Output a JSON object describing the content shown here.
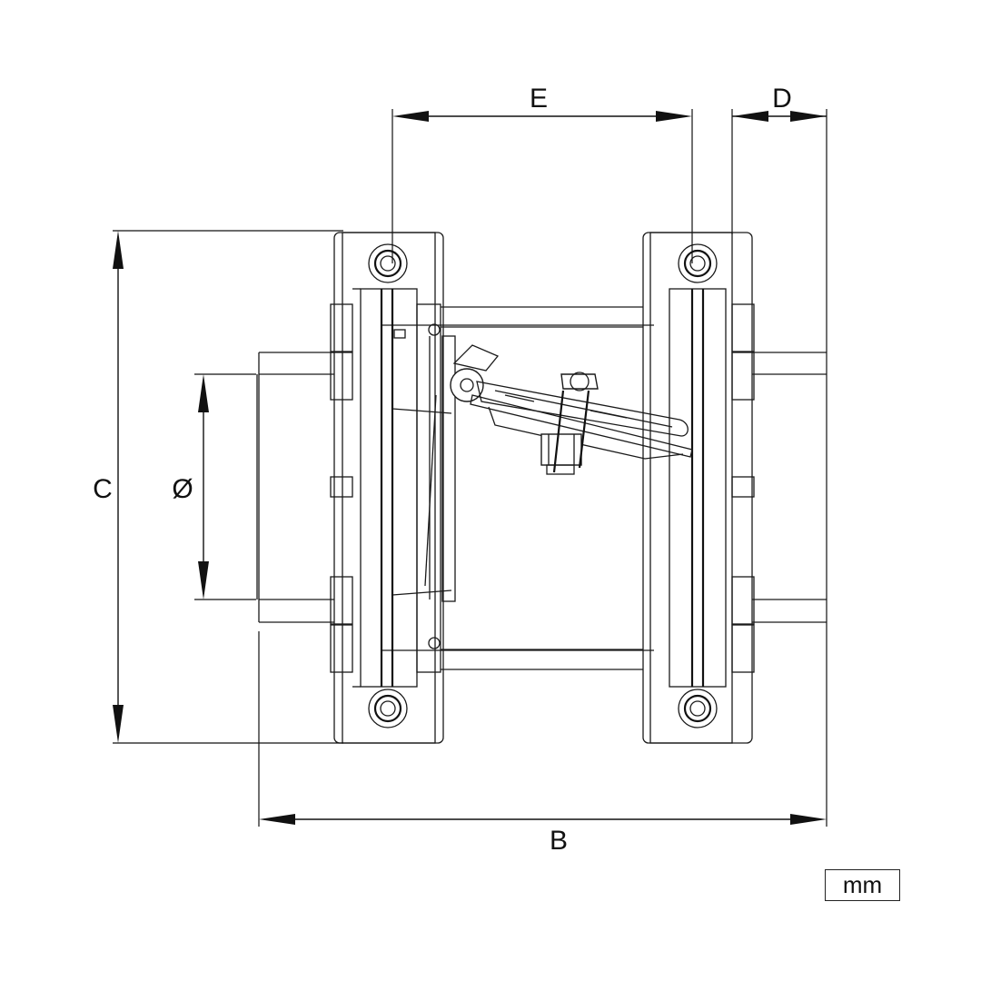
{
  "dimensions": {
    "e_label": "E",
    "d_label": "D",
    "c_label": "C",
    "diameter_label": "Ø",
    "b_label": "B"
  },
  "units": {
    "label": "mm"
  },
  "colors": {
    "line": "#1a1a1a",
    "background": "#ffffff"
  }
}
